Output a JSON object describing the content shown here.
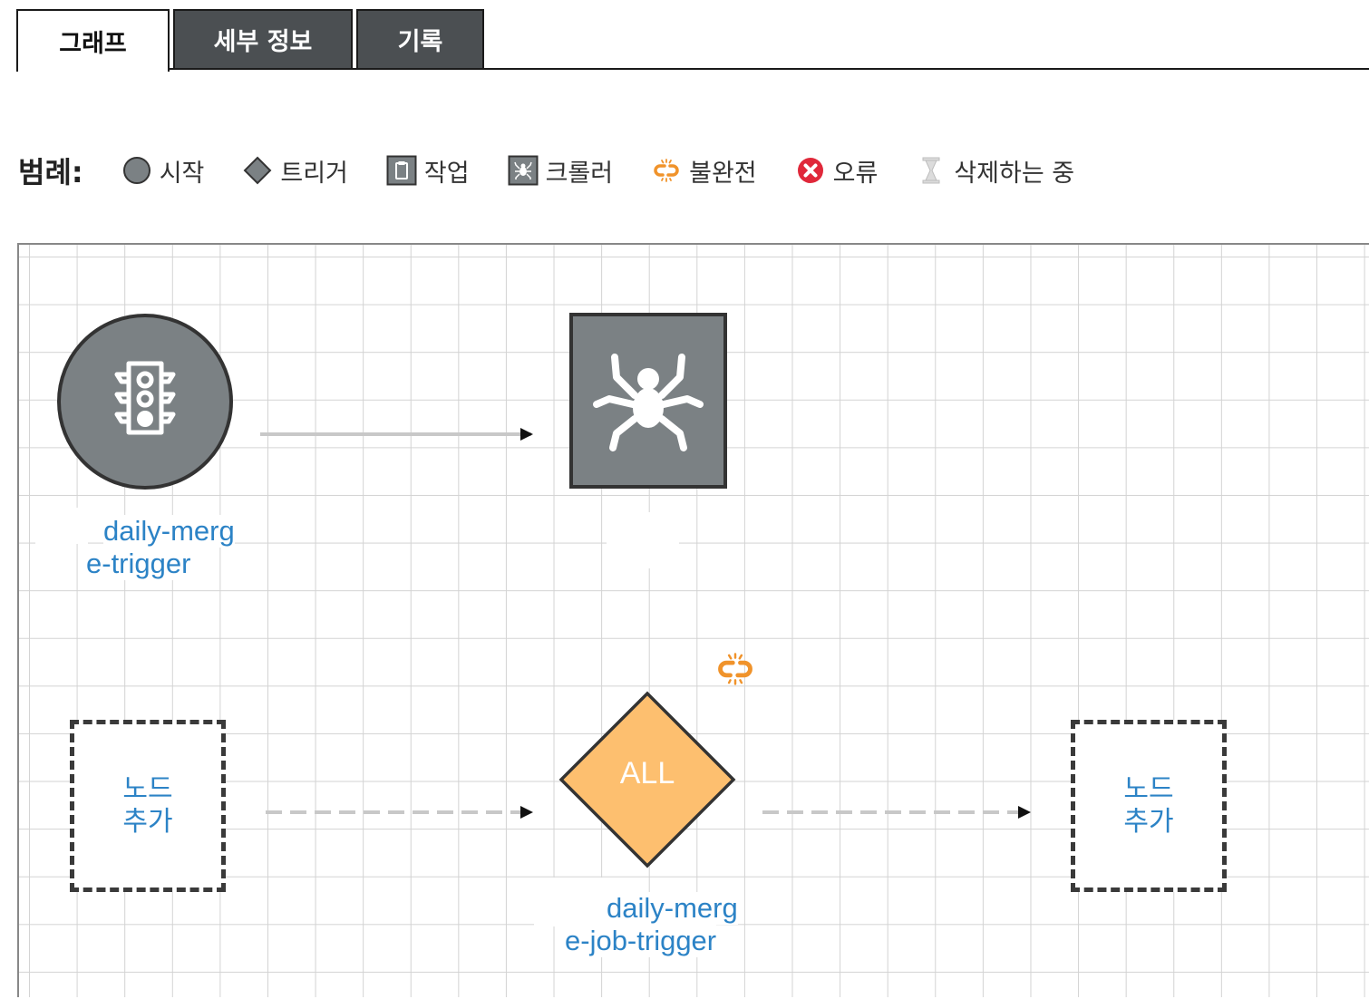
{
  "tabs": [
    {
      "label": "그래프",
      "active": true
    },
    {
      "label": "세부 정보",
      "active": false
    },
    {
      "label": "기록",
      "active": false
    }
  ],
  "legend": {
    "title": "범례:",
    "items": [
      {
        "icon": "circle-icon",
        "label": "시작"
      },
      {
        "icon": "diamond-icon",
        "label": "트리거"
      },
      {
        "icon": "clipboard-icon",
        "label": "작업"
      },
      {
        "icon": "spider-icon",
        "label": "크롤러"
      },
      {
        "icon": "broken-link-icon",
        "label": "불완전"
      },
      {
        "icon": "error-icon",
        "label": "오류"
      },
      {
        "icon": "hourglass-icon",
        "label": "삭제하는 중"
      }
    ]
  },
  "graph": {
    "start_node": {
      "icon": "traffic-light-icon",
      "label_line1": "daily-merg",
      "label_line2": "e-trigger"
    },
    "crawler_node": {
      "icon": "spider-icon"
    },
    "trigger_node": {
      "text": "ALL",
      "label_line1": "daily-merg",
      "label_line2": "e-job-trigger"
    },
    "add_node_left": {
      "line1": "노드",
      "line2": "추가"
    },
    "add_node_right": {
      "line1": "노드",
      "line2": "추가"
    }
  },
  "colors": {
    "node_gray": "#7b8184",
    "trigger_orange": "#fdbf6f",
    "link_blue": "#2c83c6",
    "warning_orange": "#f0932b",
    "error_red": "#e0283a"
  }
}
